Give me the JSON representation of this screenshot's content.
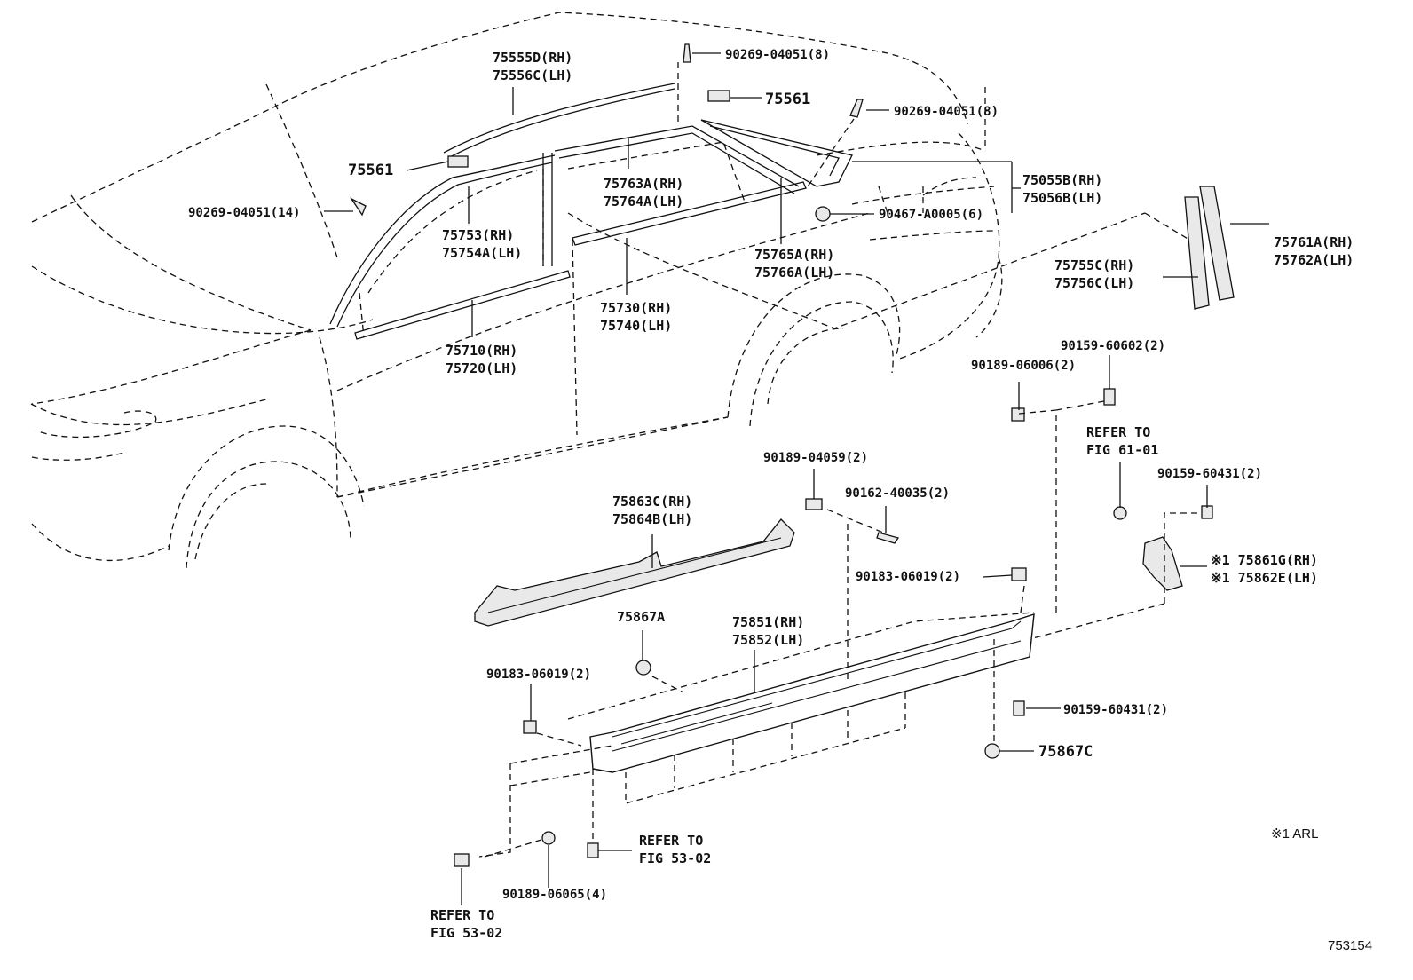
{
  "diagram_id": "753154",
  "legend_note": "※1 ARL",
  "callouts": {
    "p75555": [
      "75555D(RH)",
      "75556C(LH)"
    ],
    "p75561_top": "75561",
    "p75561_left": "75561",
    "p90269_top": "90269-04051(8)",
    "p90269_mid": "90269-04051(8)",
    "p90269_left": "90269-04051(14)",
    "p75763": [
      "75763A(RH)",
      "75764A(LH)"
    ],
    "p75055": [
      "75055B(RH)",
      "75056B(LH)"
    ],
    "p90467": "90467-A0005(6)",
    "p75753": [
      "75753(RH)",
      "75754A(LH)"
    ],
    "p75765": [
      "75765A(RH)",
      "75766A(LH)"
    ],
    "p75761": [
      "75761A(RH)",
      "75762A(LH)"
    ],
    "p75755": [
      "75755C(RH)",
      "75756C(LH)"
    ],
    "p75730": [
      "75730(RH)",
      "75740(LH)"
    ],
    "p75710": [
      "75710(RH)",
      "75720(LH)"
    ],
    "p90159_60602": "90159-60602(2)",
    "p90189_06006": "90189-06006(2)",
    "refer_61": [
      "REFER TO",
      "FIG 61-01"
    ],
    "p90159_60431_top": "90159-60431(2)",
    "p90189_04059": "90189-04059(2)",
    "p90162": "90162-40035(2)",
    "p75863": [
      "75863C(RH)",
      "75864B(LH)"
    ],
    "p75861": [
      "※1 75861G(RH)",
      "※1 75862E(LH)"
    ],
    "p90183_right": "90183-06019(2)",
    "p75867a": "75867A",
    "p75851": [
      "75851(RH)",
      "75852(LH)"
    ],
    "p90183_left": "90183-06019(2)",
    "p90159_60431_bot": "90159-60431(2)",
    "p75867c": "75867C",
    "refer_53_a": [
      "REFER TO",
      "FIG 53-02"
    ],
    "refer_53_b": [
      "REFER TO",
      "FIG 53-02"
    ],
    "p90189_06065": "90189-06065(4)"
  }
}
